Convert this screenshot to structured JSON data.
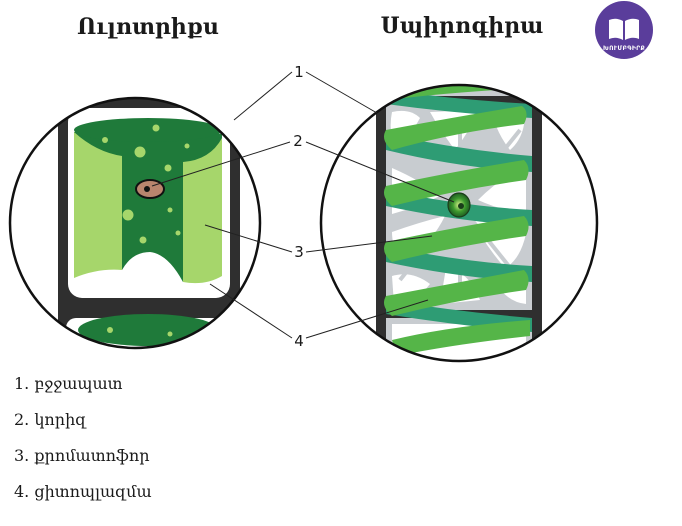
{
  "titles": {
    "left": "Ուլոտրիքս",
    "right": "Սպիրոգիրա"
  },
  "callouts": [
    "1",
    "2",
    "3",
    "4"
  ],
  "legend": [
    {
      "number": "1.",
      "text": "բջջապատ"
    },
    {
      "number": "2.",
      "text": "կորիզ"
    },
    {
      "number": "3.",
      "text": "քրոմատոֆոր"
    },
    {
      "number": "4.",
      "text": "ցիտոպլազմա"
    }
  ],
  "logo": {
    "text": "ԽՈՒՄԲԳԻՐՔ",
    "icon": "open-book-icon",
    "color": "#5a3d9b"
  },
  "colors": {
    "cell_wall": "#2f2f2f",
    "dark_green": "#1f7a3a",
    "light_green": "#a6d66b",
    "spiral_green": "#55b548",
    "spiral_dark": "#2e9c74",
    "cytoplasm": "#c8ccd0",
    "nucleus": "#b9856e"
  }
}
